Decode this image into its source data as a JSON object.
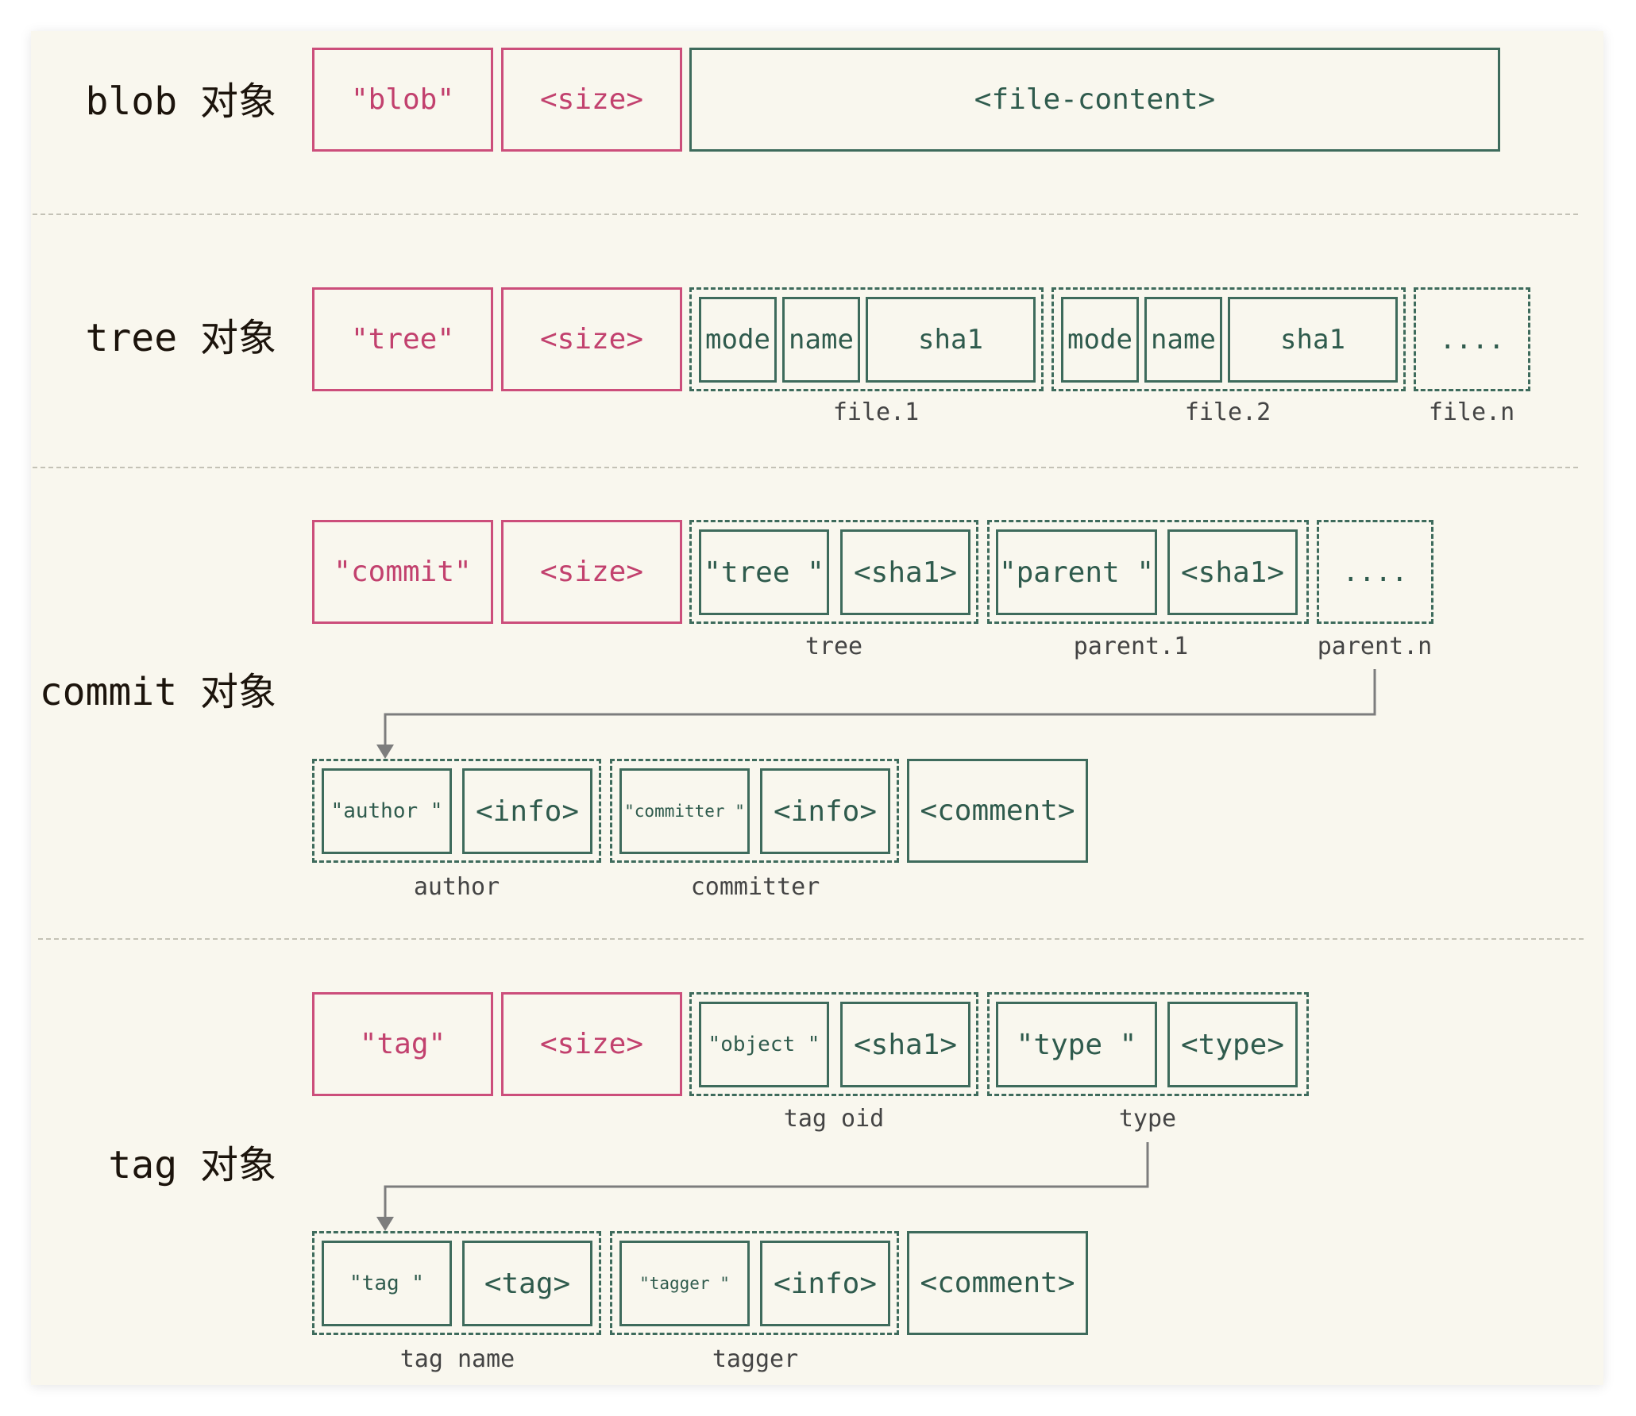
{
  "blob": {
    "label": "blob 对象",
    "type_field": "\"blob\"",
    "size_field": "<size>",
    "content_field": "<file-content>"
  },
  "tree": {
    "label": "tree 对象",
    "type_field": "\"tree\"",
    "size_field": "<size>",
    "entries": [
      {
        "mode": "mode",
        "name": "name",
        "sha1": "sha1",
        "caption": "file.1"
      },
      {
        "mode": "mode",
        "name": "name",
        "sha1": "sha1",
        "caption": "file.2"
      }
    ],
    "more": "....",
    "more_caption": "file.n"
  },
  "commit": {
    "label": "commit 对象",
    "type_field": "\"commit\"",
    "size_field": "<size>",
    "tree_key": "\"tree \"",
    "tree_value": "<sha1>",
    "tree_caption": "tree",
    "parent_key": "\"parent \"",
    "parent_value": "<sha1>",
    "parent_caption": "parent.1",
    "more": "....",
    "more_caption": "parent.n",
    "author_key": "\"author \"",
    "author_value": "<info>",
    "author_caption": "author",
    "committer_key": "\"committer \"",
    "committer_value": "<info>",
    "committer_caption": "committer",
    "comment": "<comment>"
  },
  "tag": {
    "label": "tag 对象",
    "type_field": "\"tag\"",
    "size_field": "<size>",
    "object_key": "\"object \"",
    "object_value": "<sha1>",
    "object_caption": "tag oid",
    "type_key": "\"type \"",
    "type_value": "<type>",
    "type_caption": "type",
    "tag_key": "\"tag \"",
    "tag_value": "<tag>",
    "tag_caption": "tag name",
    "tagger_key": "\"tagger \"",
    "tagger_value": "<info>",
    "tagger_caption": "tagger",
    "comment": "<comment>"
  },
  "colors": {
    "header_border": "#cc4e7b",
    "field_border": "#3e6b5c",
    "label_text": "#1c140c",
    "caption_text": "#444444",
    "divider": "#c4c2b6",
    "arrow": "#7d7d7d",
    "background": "#f9f7ee"
  }
}
